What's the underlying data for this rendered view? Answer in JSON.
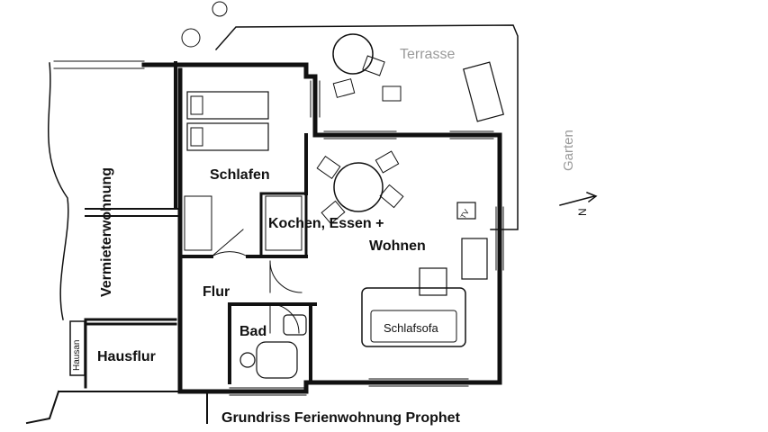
{
  "title": "Grundriss Ferienwohnung Prophet",
  "rooms": {
    "terrasse": "Terrasse",
    "garten": "Garten",
    "schlafen": "Schlafen",
    "kochen": "Kochen, Essen +",
    "wohnen": "Wohnen",
    "flur": "Flur",
    "bad": "Bad",
    "schlafsofa": "Schlafsofa",
    "hausflur": "Hausflur",
    "vermieter": "Vermieterwohnung",
    "hausanschluss": "Hausan"
  },
  "compass": {
    "north": "N"
  },
  "appliance": {
    "tv": "TV"
  },
  "colors": {
    "ink": "#111111",
    "muted": "#9a9a9a"
  }
}
